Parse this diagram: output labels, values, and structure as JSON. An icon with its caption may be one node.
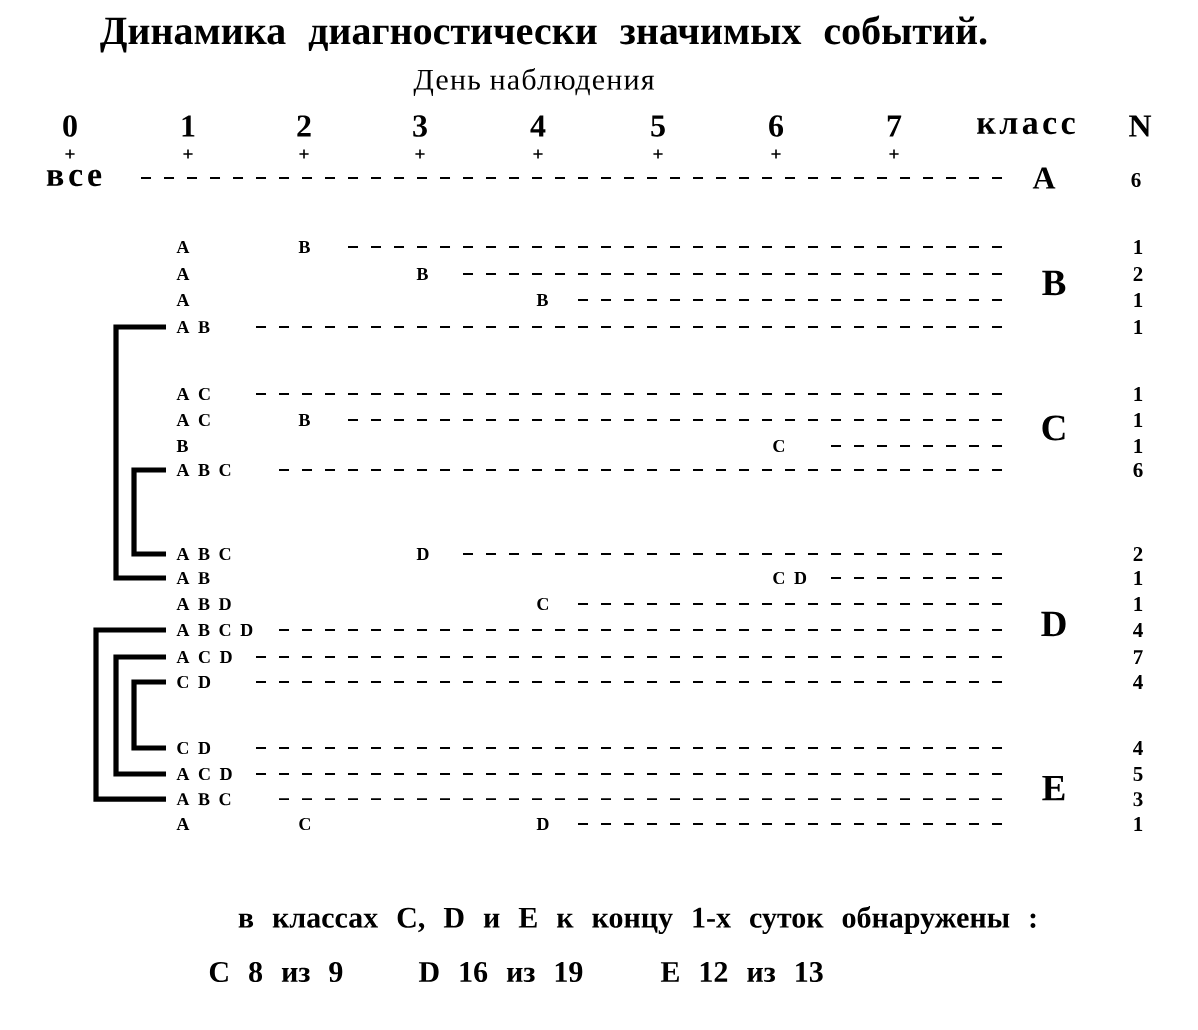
{
  "diagram": {
    "title": "Динамика диагностически значимых событий.",
    "nodes": [
      {
        "text": [
          "A B"
        ]
      },
      {
        "text": [
          "A B C"
        ]
      },
      {
        "text": [
          "A B C"
        ]
      },
      {
        "text": [
          "A B"
        ]
      },
      {
        "text": [
          "A B C D"
        ]
      },
      {
        "text": [
          "A C D"
        ]
      },
      {
        "text": [
          "C D"
        ]
      },
      {
        "text": [
          "C D"
        ]
      },
      {
        "text": [
          "A C D"
        ]
      },
      {
        "text": [
          "A B C"
        ]
      }
    ],
    "edges": [
      {
        "from": 0,
        "to": 3,
        "arrow": "none"
      },
      {
        "from": 1,
        "to": 2,
        "arrow": "none"
      },
      {
        "from": 4,
        "to": 9,
        "arrow": "none"
      },
      {
        "from": 5,
        "to": 8,
        "arrow": "none"
      },
      {
        "from": 6,
        "to": 7,
        "arrow": "none"
      }
    ],
    "labels": [
      "День наблюдения",
      "0",
      "1",
      "2",
      "3",
      "4",
      "5",
      "6",
      "7",
      "класс",
      "N",
      "все",
      "A",
      "6",
      "A",
      "B",
      "1",
      "A",
      "B",
      "B",
      "2",
      "A",
      "B",
      "1",
      "1",
      "A C",
      "1",
      "A C",
      "B",
      "C",
      "1",
      "B",
      "C",
      "1",
      "6",
      "D",
      "2",
      "C D",
      "1",
      "A B D",
      "C",
      "1",
      "D",
      "4",
      "7",
      "4",
      "4",
      "5",
      "E",
      "3",
      "A",
      "C",
      "D",
      "1",
      "в классах C, D и E к концу 1-х суток обнаружены :",
      "C 8 из 9",
      "D 16 из 19",
      "E 12 из 13"
    ]
  }
}
